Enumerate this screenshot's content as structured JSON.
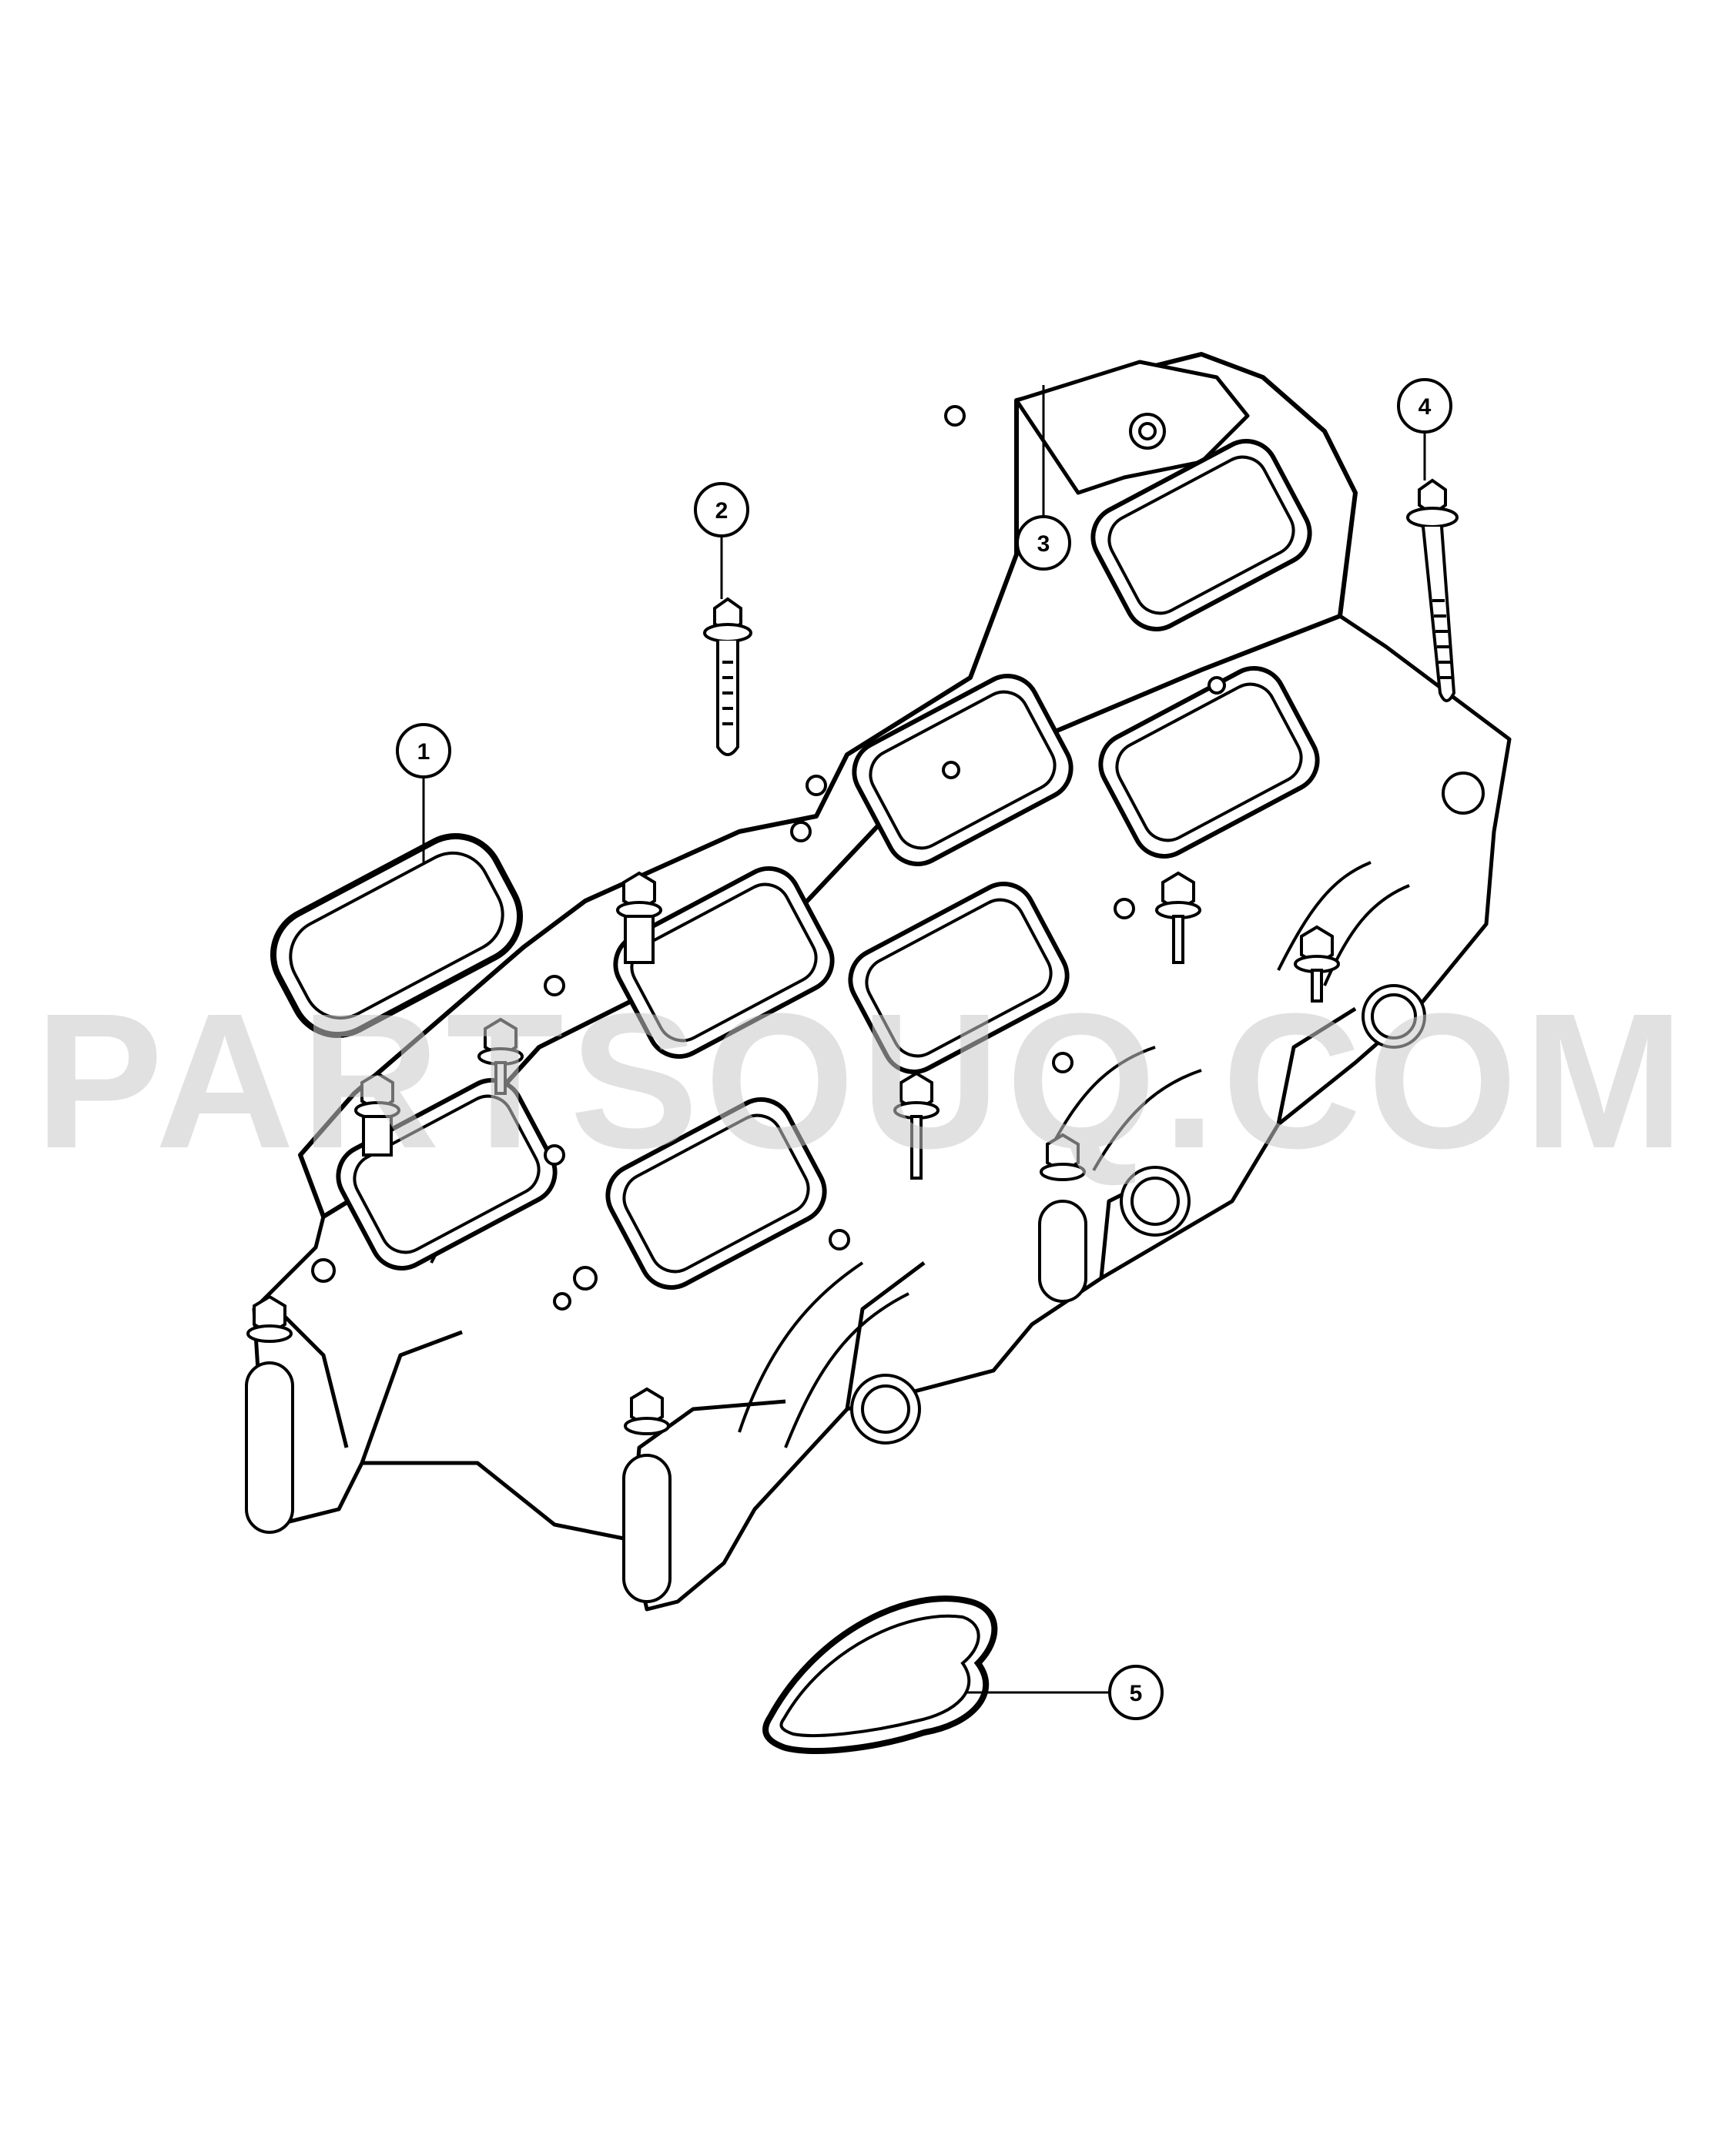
{
  "diagram": {
    "callouts": [
      {
        "id": "1",
        "label": "1"
      },
      {
        "id": "2",
        "label": "2"
      },
      {
        "id": "3",
        "label": "3"
      },
      {
        "id": "4",
        "label": "4"
      },
      {
        "id": "5",
        "label": "5"
      }
    ],
    "watermark": "PARTSOUQ.COM",
    "colors": {
      "line": "#000000",
      "background": "#ffffff",
      "watermark": "#c9c9c9"
    }
  }
}
